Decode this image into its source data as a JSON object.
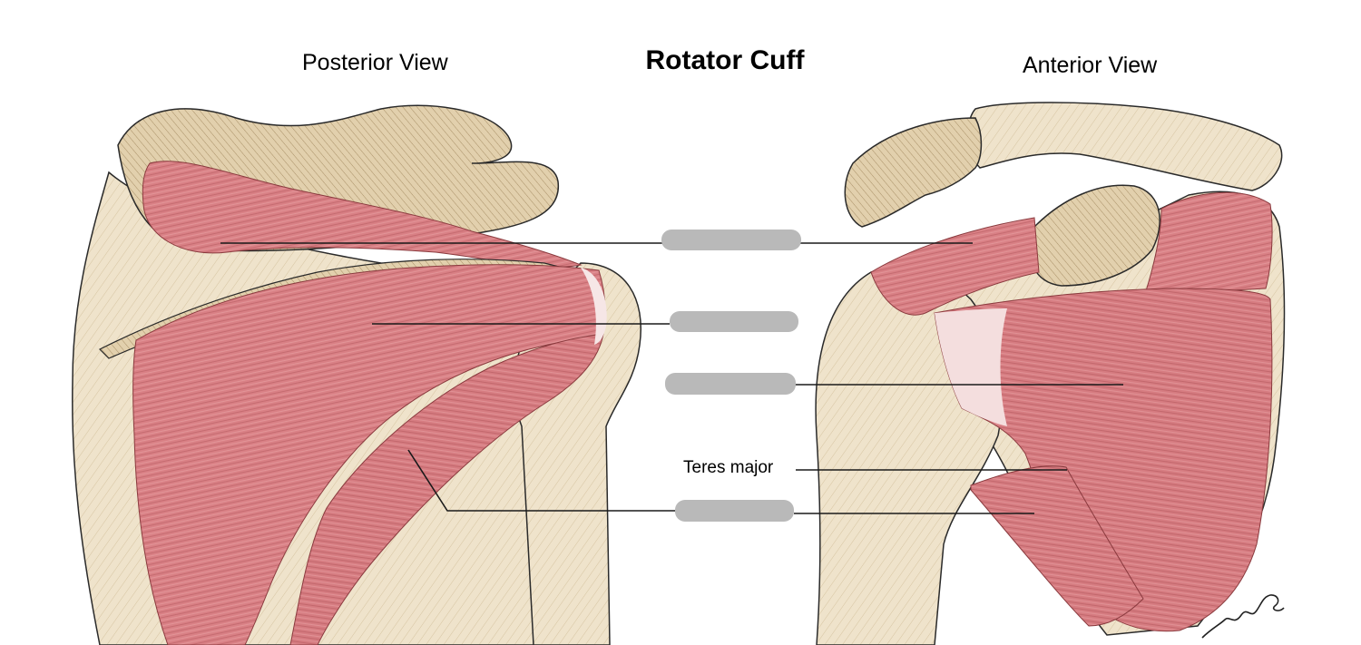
{
  "diagram": {
    "title": "Rotator Cuff",
    "posterior_view_label": "Posterior View",
    "anterior_view_label": "Anterior View",
    "labels": [
      "Teres major"
    ],
    "blank_label_count": 4,
    "colors": {
      "muscle": "#d97f82",
      "muscle_dark": "#b9585c",
      "bone": "#efe3cb",
      "bone_shade": "#c9b48e",
      "blank": "#b9b9b9",
      "line": "#1a1a1a"
    }
  }
}
